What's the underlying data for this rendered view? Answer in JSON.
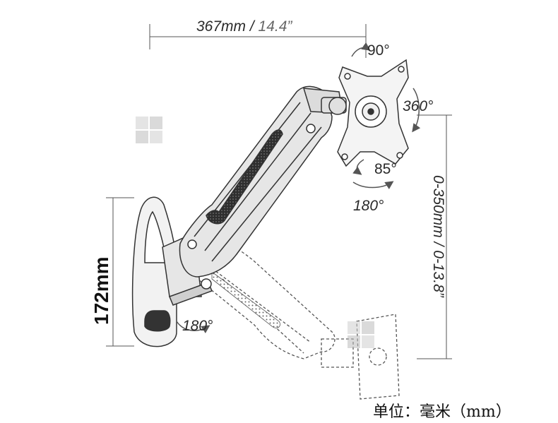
{
  "labels": {
    "width_mm": "367mm",
    "width_sep": " / ",
    "width_in": "14.4”",
    "tilt_up": "90°",
    "rotation": "360°",
    "tilt_down": "85°",
    "swivel_head": "180°",
    "swivel_base": "180°",
    "height": "172mm",
    "reach": "0-350mm / 0-13.8”",
    "unit": "单位：毫米（mm）"
  },
  "colors": {
    "line": "#333333",
    "arm_fill": "#e6e6e6",
    "mesh": "#3a3a3a",
    "watermark": "#c9c9c9"
  }
}
